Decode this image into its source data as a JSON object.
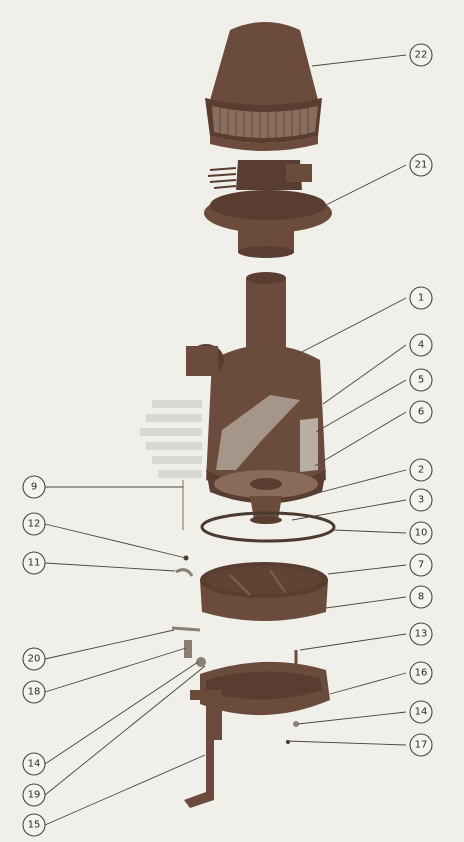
{
  "diagram": {
    "type": "exploded-parts-view",
    "colors": {
      "part": "#6b4b3c",
      "part_dark": "#5a3d31",
      "highlight": "#b9aea3",
      "line": "#4a4440",
      "background": "#f0efe9"
    },
    "callouts": [
      {
        "id": "c22",
        "label": "22"
      },
      {
        "id": "c21",
        "label": "21"
      },
      {
        "id": "c1",
        "label": "1"
      },
      {
        "id": "c4",
        "label": "4"
      },
      {
        "id": "c5",
        "label": "5"
      },
      {
        "id": "c6",
        "label": "6"
      },
      {
        "id": "c9",
        "label": "9"
      },
      {
        "id": "c2",
        "label": "2"
      },
      {
        "id": "c3",
        "label": "3"
      },
      {
        "id": "c12",
        "label": "12"
      },
      {
        "id": "c10",
        "label": "10"
      },
      {
        "id": "c11",
        "label": "11"
      },
      {
        "id": "c7",
        "label": "7"
      },
      {
        "id": "c8",
        "label": "8"
      },
      {
        "id": "c13",
        "label": "13"
      },
      {
        "id": "c20",
        "label": "20"
      },
      {
        "id": "c16",
        "label": "16"
      },
      {
        "id": "c18",
        "label": "18"
      },
      {
        "id": "c14a",
        "label": "14"
      },
      {
        "id": "c14b",
        "label": "14"
      },
      {
        "id": "c17",
        "label": "17"
      },
      {
        "id": "c19",
        "label": "19"
      },
      {
        "id": "c15",
        "label": "15"
      }
    ]
  }
}
